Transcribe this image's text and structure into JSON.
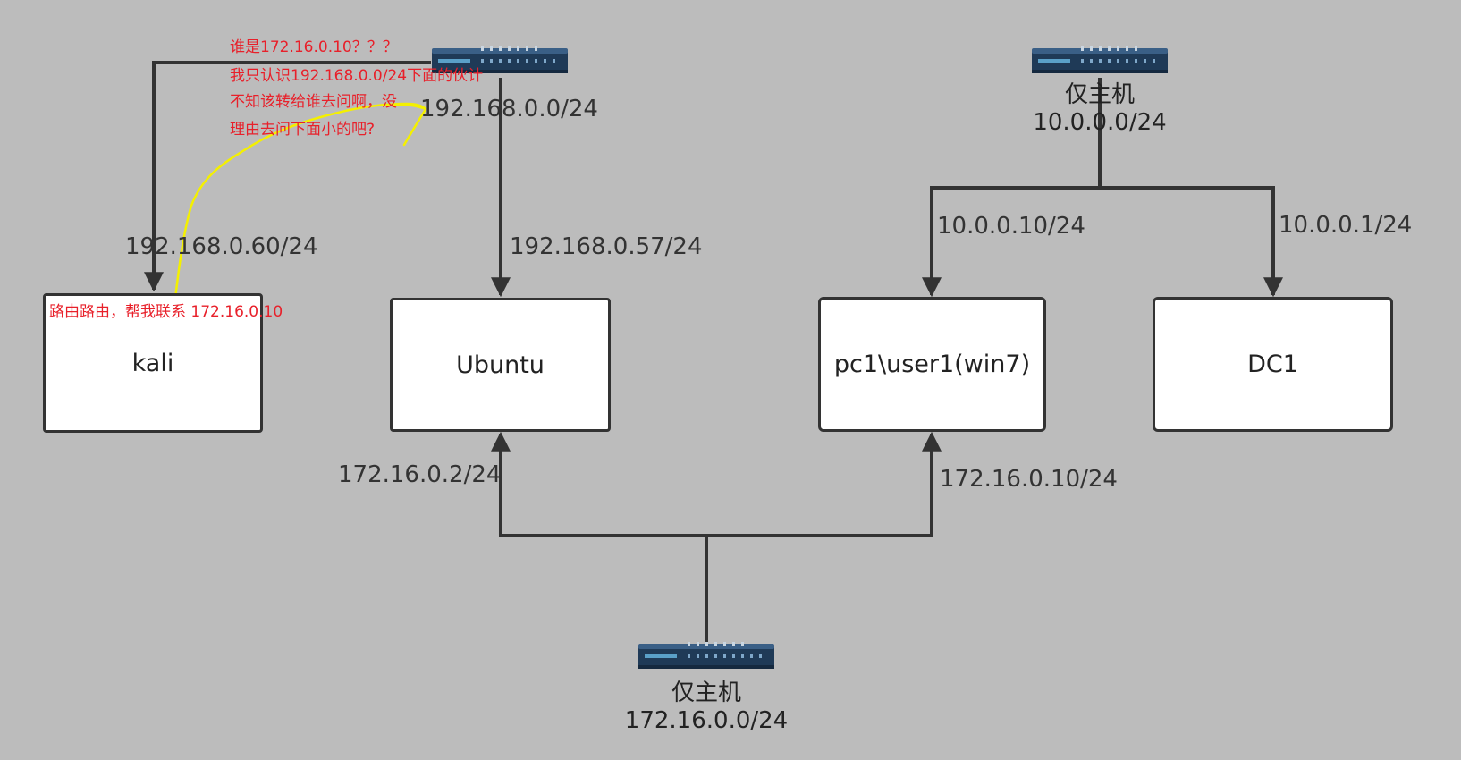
{
  "colors": {
    "background": "#bcbcbc",
    "line": "#333333",
    "annotation_text": "#e8202a",
    "annotation_stroke": "#f4f000",
    "switch_body": "#1f3a57"
  },
  "nodes": {
    "kali": {
      "label": "kali"
    },
    "ubuntu": {
      "label": "Ubuntu"
    },
    "pc1": {
      "label": "pc1\\user1(win7)"
    },
    "dc1": {
      "label": "DC1"
    }
  },
  "switches": {
    "bridge": {
      "icon": "network-switch-icon",
      "label": "192.168.0.0/24"
    },
    "hostonly_top": {
      "icon": "network-switch-icon",
      "name": "仅主机",
      "subnet": "10.0.0.0/24"
    },
    "hostonly_bottom": {
      "icon": "network-switch-icon",
      "name": "仅主机",
      "subnet": "172.16.0.0/24"
    }
  },
  "ip_labels": {
    "kali_ip": "192.168.0.60/24",
    "ubuntu_ip1": "192.168.0.57/24",
    "ubuntu_ip2": "172.16.0.2/24",
    "pc1_ip1": "10.0.0.10/24",
    "pc1_ip2": "172.16.0.10/24",
    "dc1_ip": "10.0.0.1/24"
  },
  "annotations": {
    "router_line1": "谁是172.16.0.10？？？",
    "router_line2": "我只认识192.168.0.0/24下面的伙计",
    "router_line3": "不知该转给谁去问啊，没",
    "router_line4": "理由去问下面小的吧?",
    "kali_request": "路由路由，帮我联系 172.16.0.10"
  }
}
